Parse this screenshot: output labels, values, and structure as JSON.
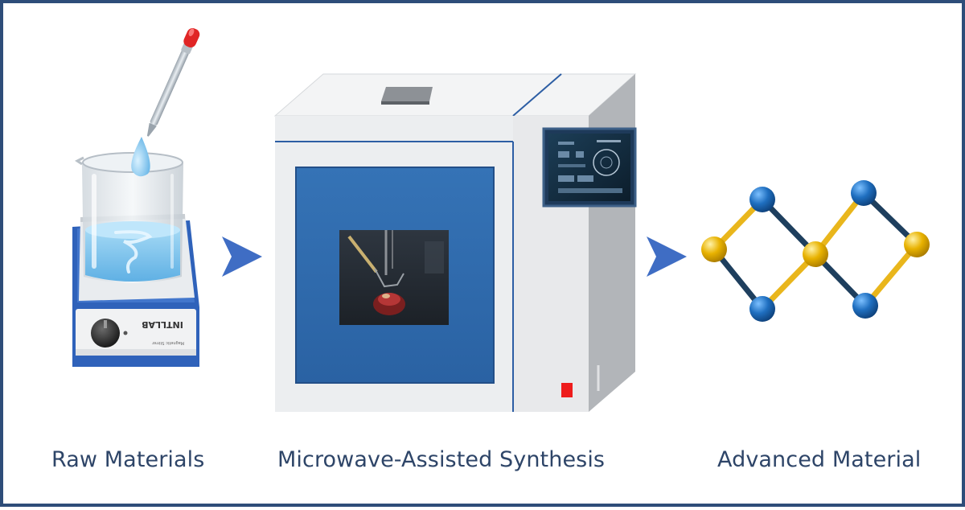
{
  "stages": [
    {
      "id": "raw",
      "label": "Raw Materials"
    },
    {
      "id": "microwave",
      "label": "Microwave-Assisted Synthesis"
    },
    {
      "id": "advanced",
      "label": "Advanced Material"
    }
  ],
  "stirrer": {
    "brand": "INTLLAB",
    "model": "Magnetic Stirrer"
  },
  "colors": {
    "frame_border": "#2e4d79",
    "label_text": "#2e4568",
    "arrow": "#3f6dc4",
    "oven_body": "#e6e7e9",
    "oven_window": "#2d68ac",
    "atom_blue": "#1f6fc0",
    "atom_gold": "#e8b200",
    "bond_dark": "#1e3f5e",
    "bond_gold": "#e9b61c",
    "liquid": "#7fc1ea",
    "stirrer_blue": "#2f62ba",
    "power_button": "#ee1c1c"
  }
}
